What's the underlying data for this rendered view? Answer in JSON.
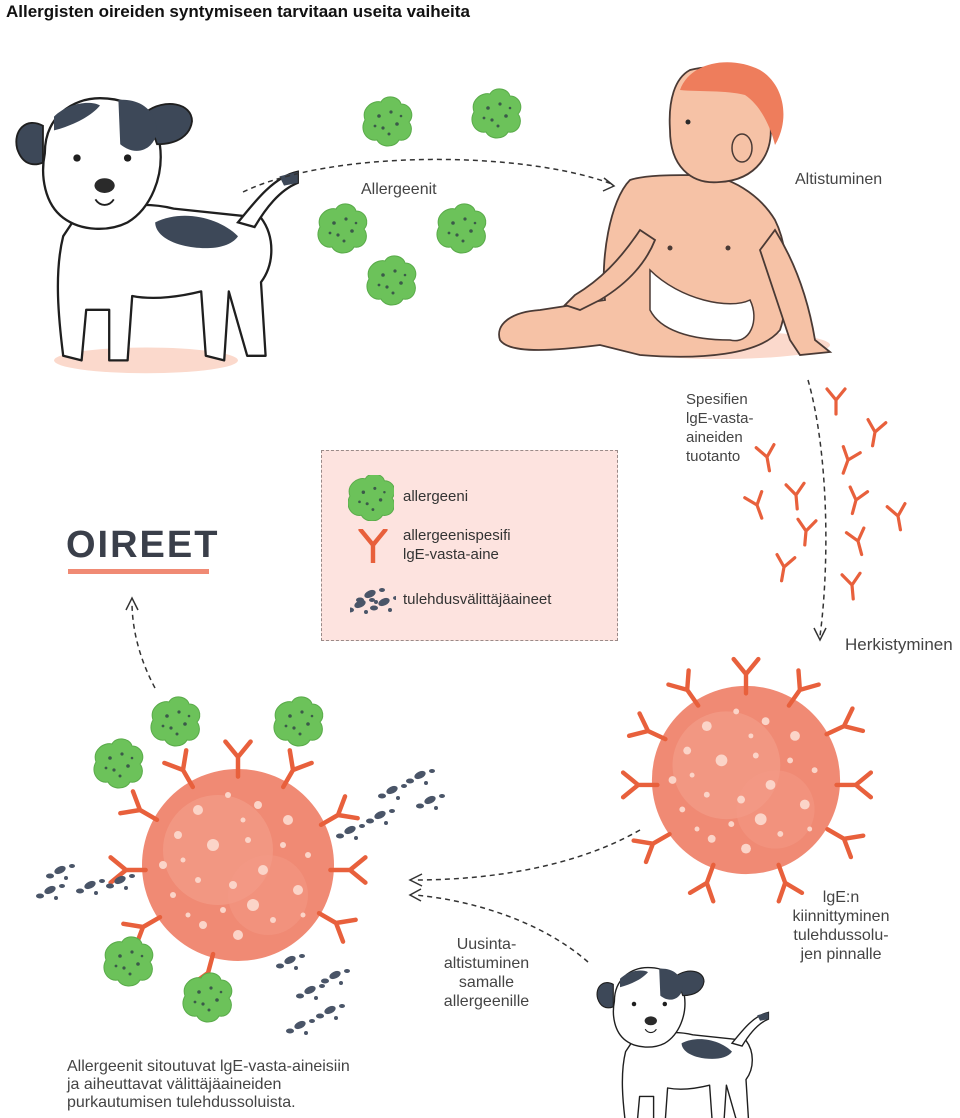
{
  "title": "Allergisten oireiden syntymiseen tarvitaan useita vaiheita",
  "labels": {
    "allergens": "Allergeenit",
    "exposure": "Altistuminen",
    "specific_ige_line1": "Spesifien",
    "specific_ige_line2": "lgE-vasta-",
    "specific_ige_line3": "aineiden",
    "specific_ige_line4": "tuotanto",
    "sensitization": "Herkistyminen",
    "symptoms": "OIREET",
    "ige_attach_line1": "lgE:n",
    "ige_attach_line2": "kiinnittyminen",
    "ige_attach_line3": "tulehdussolu-",
    "ige_attach_line4": "jen pinnalle",
    "reexposure_line1": "Uusinta-",
    "reexposure_line2": "altistuminen",
    "reexposure_line3": "samalle",
    "reexposure_line4": "allergeenille",
    "binding_line1": "Allergeenit sitoutuvat lgE-vasta-aineisiin",
    "binding_line2": "ja aiheuttavat välittäjäaineiden",
    "binding_line3": "purkautumisen tulehdussoluista."
  },
  "legend": {
    "allergen": "allergeeni",
    "antibody_line1": "allergeenispesifi",
    "antibody_line2": "lgE-vasta-aine",
    "mediators": "tulehdusvälittäjäaineet"
  },
  "colors": {
    "allergen_green": "#6cc25a",
    "antibody_orange": "#e8603c",
    "cell_salmon": "#f08a74",
    "mediator_slate": "#4a5568",
    "legend_bg": "#fde3df",
    "skin": "#f6c2a6",
    "hair": "#ee7d5c"
  },
  "icons": [
    "dog-illustration",
    "baby-illustration",
    "allergen-icon",
    "antibody-icon",
    "mediator-icon",
    "mast-cell-illustration"
  ]
}
